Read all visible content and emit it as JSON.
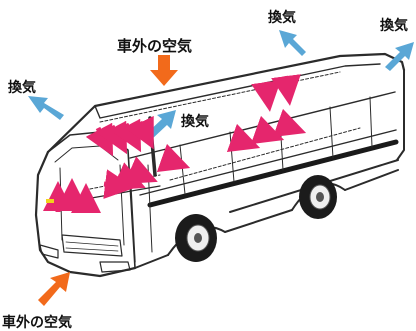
{
  "labels": {
    "intake_top": "車外の空気",
    "intake_bottom": "車外の空気",
    "vent_left": "換気",
    "vent_top": "換気",
    "vent_right": "換気",
    "vent_center": "換気"
  },
  "colors": {
    "intake_arrow": "#f26a1b",
    "exhaust_arrow": "#5aa7d6",
    "airflow_arrow": "#e5266d",
    "bus_line": "#2b2b2b"
  }
}
